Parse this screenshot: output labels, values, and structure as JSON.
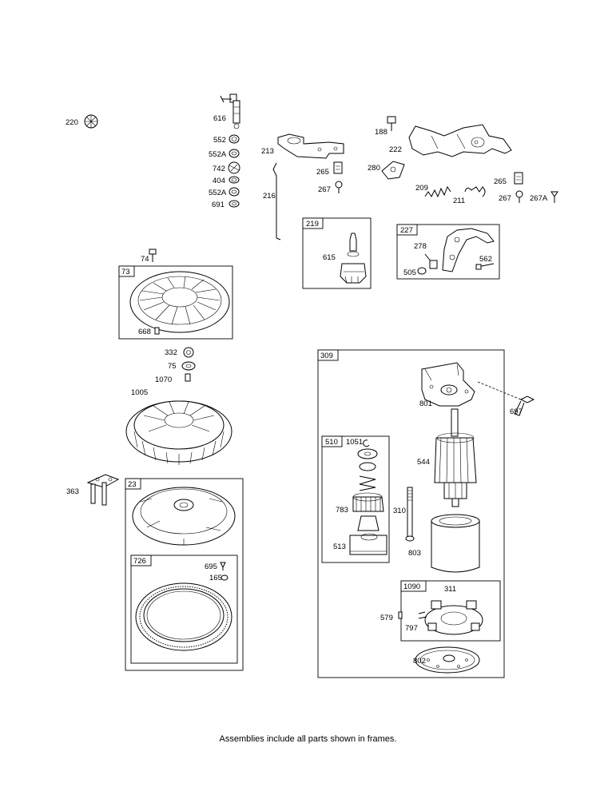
{
  "caption": "Assemblies include all parts shown in frames.",
  "labels": {
    "p220": "220",
    "p616": "616",
    "p552": "552",
    "p552a": "552A",
    "p742": "742",
    "p404": "404",
    "p552a2": "552A",
    "p691": "691",
    "p213": "213",
    "p265a": "265",
    "p267a": "267",
    "p216": "216",
    "p188": "188",
    "p222": "222",
    "p280": "280",
    "p209": "209",
    "p211": "211",
    "p265b": "265",
    "p267b": "267",
    "p267A": "267A",
    "p74": "74",
    "p73": "73",
    "p668": "668",
    "p219": "219",
    "p615": "615",
    "p227": "227",
    "p278": "278",
    "p562": "562",
    "p505": "505",
    "p332": "332",
    "p75": "75",
    "p1070": "1070",
    "p1005": "1005",
    "p363": "363",
    "p23": "23",
    "p726": "726",
    "p695": "695",
    "p165": "165",
    "p309": "309",
    "p801": "801",
    "p697": "697",
    "p510": "510",
    "p1051": "1051",
    "p544": "544",
    "p783": "783",
    "p310": "310",
    "p513": "513",
    "p803": "803",
    "p1090": "1090",
    "p311": "311",
    "p579": "579",
    "p797": "797",
    "p802": "802"
  }
}
